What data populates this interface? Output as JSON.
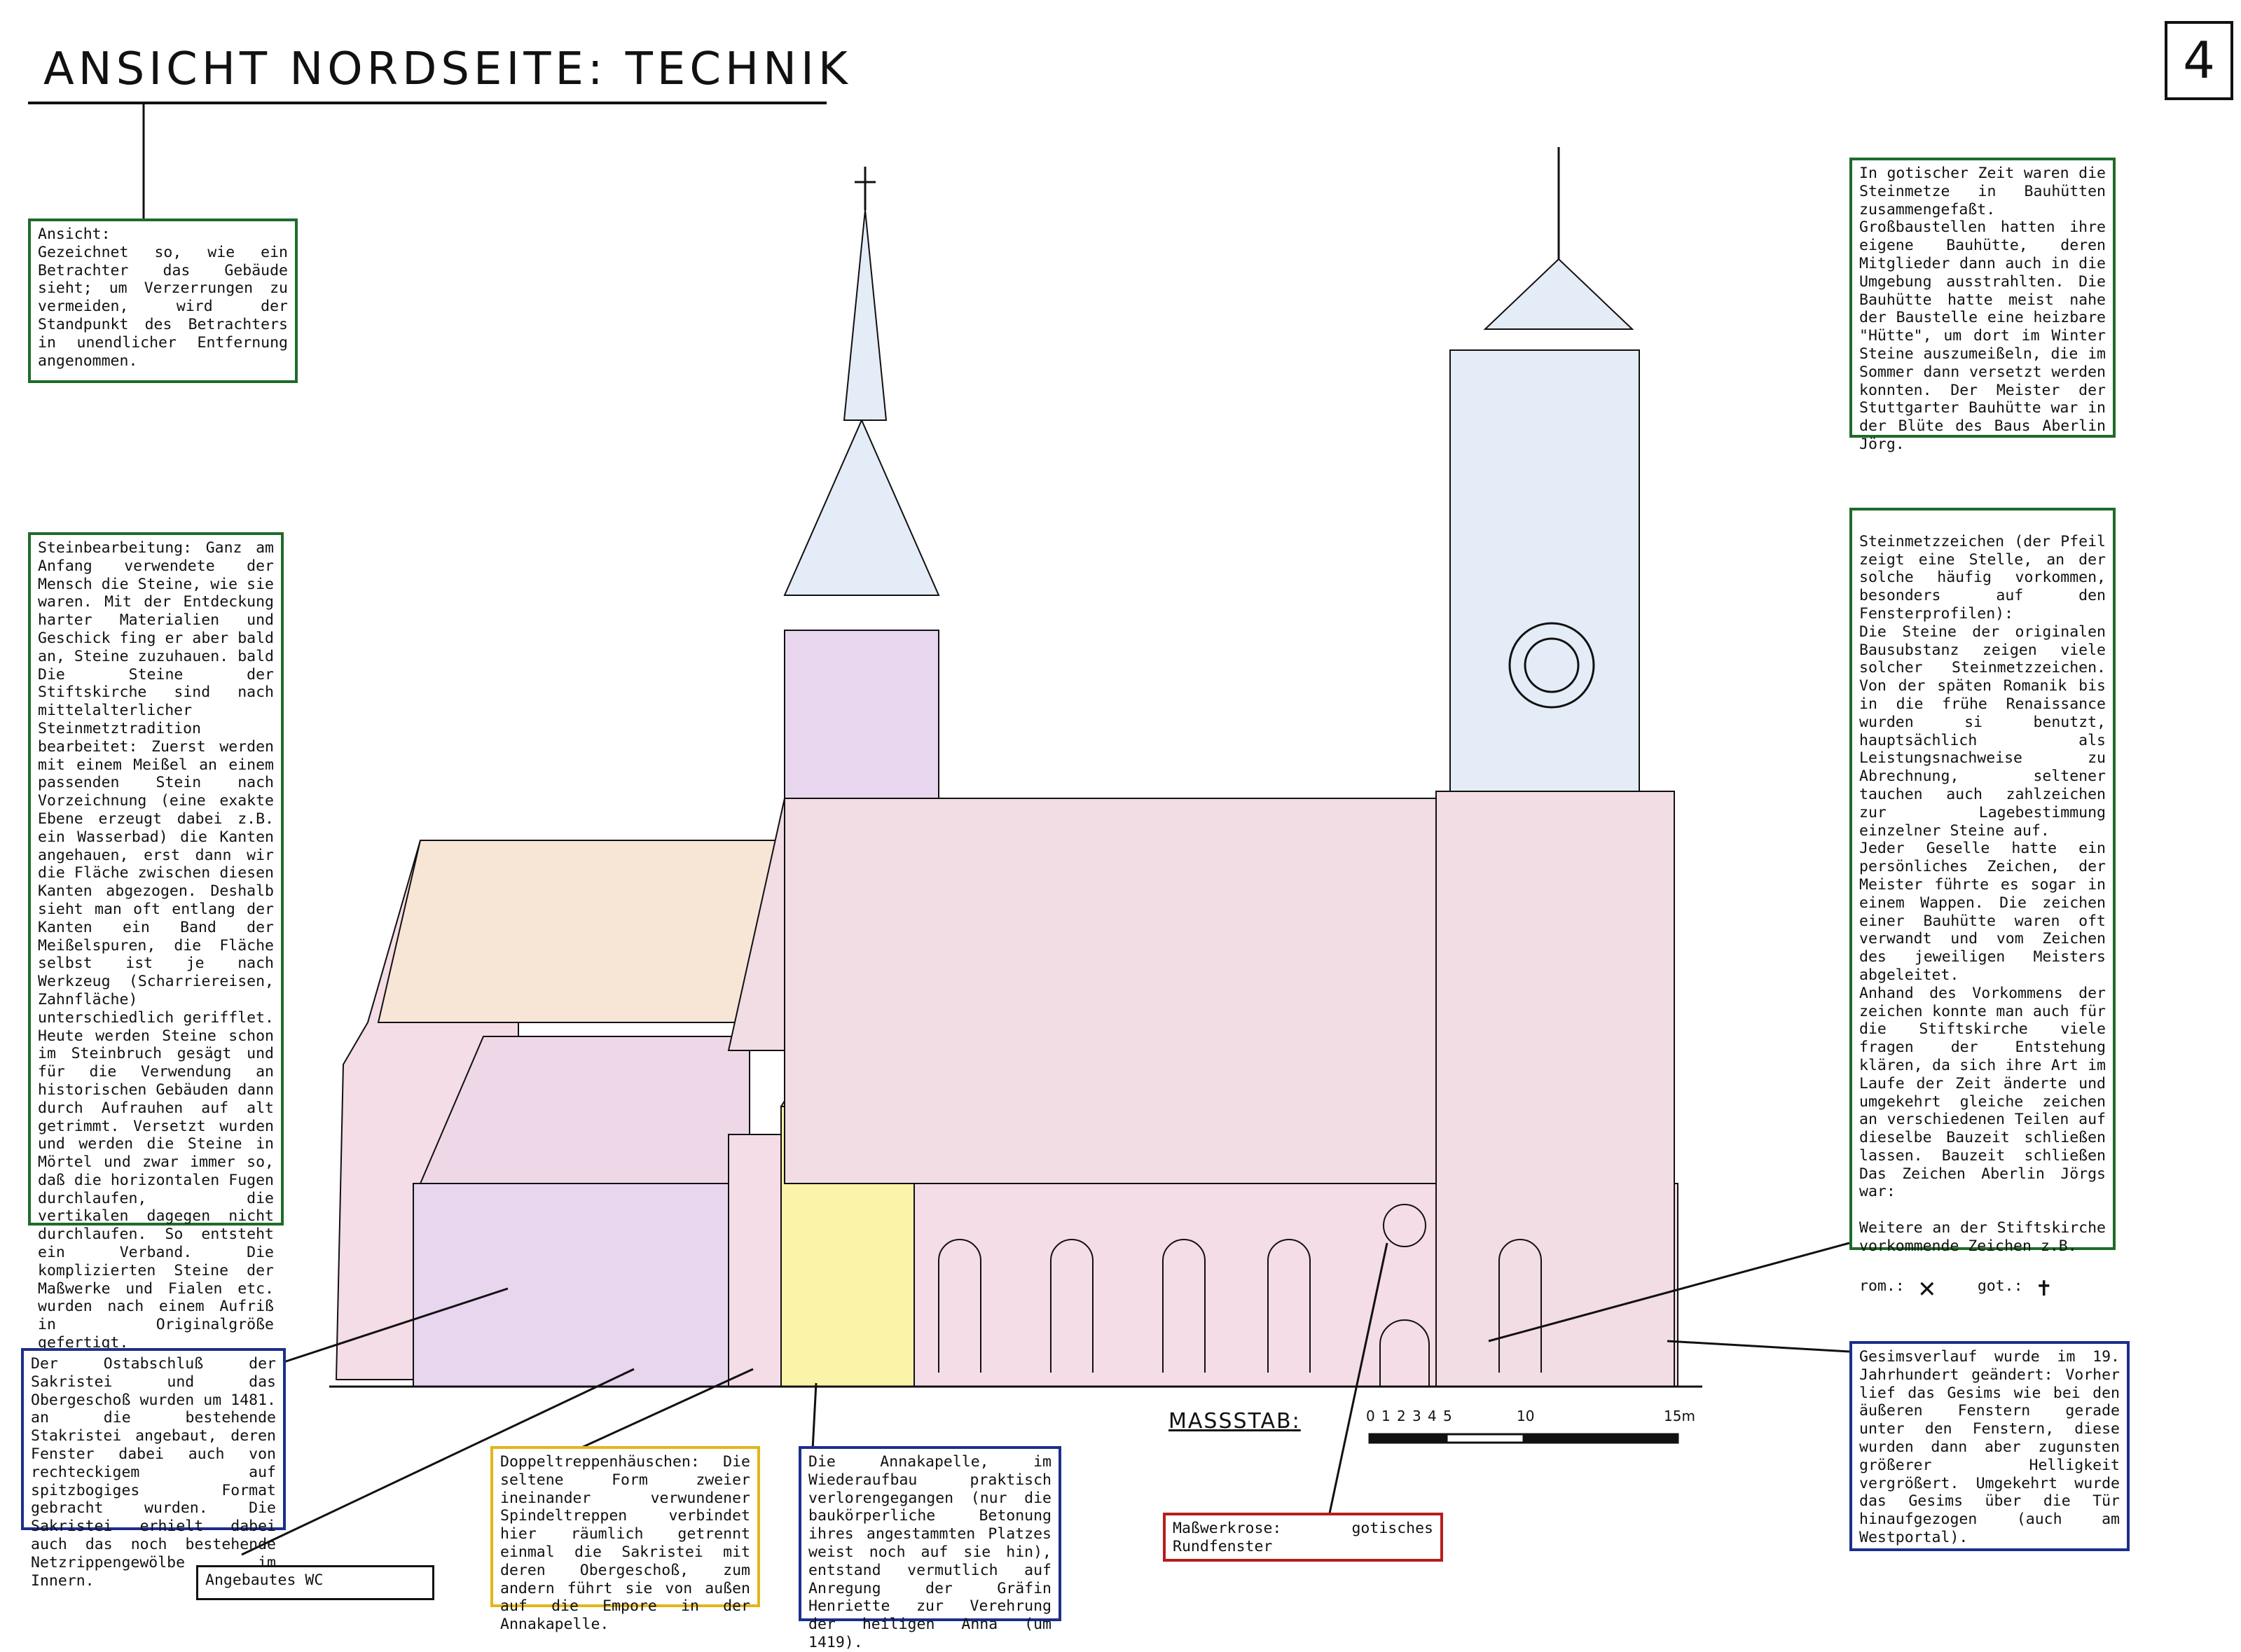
{
  "header": {
    "title": "ANSICHT NORDSEITE: TECHNIK",
    "page_number": "4"
  },
  "notes": {
    "ansicht": "Ansicht:\nGezeichnet so, wie ein Betrachter das Gebäude sieht; um Verzerrungen zu vermeiden, wird der Standpunkt des Betrachters in unendlicher Entfernung angenommen.",
    "steinbearbeitung": "Steinbearbeitung: Ganz am Anfang verwendete der Mensch die Steine, wie sie waren. Mit der Entdeckung harter Materialien und Geschick fing er aber bald an, Steine zuzuhauen. bald Die Steine der Stiftskirche sind nach mittelalterlicher Steinmetztradition bearbeitet: Zuerst werden mit einem Meißel an einem passenden Stein nach Vorzeichnung (eine exakte Ebene erzeugt dabei z.B. ein Wasserbad) die Kanten angehauen, erst dann wir die Fläche zwischen diesen Kanten abgezogen. Deshalb sieht man oft entlang der Kanten ein Band der Meißelspuren, die Fläche selbst ist je nach Werkzeug (Scharriereisen, Zahnfläche) unterschiedlich gerifflet. Heute werden Steine schon im Steinbruch gesägt und für die Verwendung an historischen Gebäuden dann durch Aufrauhen auf alt getrimmt. Versetzt wurden und werden die Steine in Mörtel und zwar immer so, daß die horizontalen Fugen durchlaufen, die vertikalen dagegen nicht durchlaufen. So entsteht ein Verband. Die komplizierten Steine der Maßwerke und Fialen etc. wurden nach einem Aufriß in Originalgröße gefertigt.",
    "bauhuetten": "In gotischer Zeit waren die Steinmetze in Bauhütten zusammengefaßt. Großbaustellen hatten ihre eigene Bauhütte, deren Mitglieder dann auch in die Umgebung ausstrahlten. Die Bauhütte hatte meist nahe der Baustelle eine heizbare \"Hütte\", um dort im Winter Steine auszumeißeln, die im Sommer dann versetzt werden konnten. Der Meister der Stuttgarter Bauhütte war in der Blüte des Baus Aberlin Jörg.",
    "steinmetzzeichen": "Steinmetzzeichen (der Pfeil zeigt eine Stelle, an der solche häufig vorkommen, besonders auf den Fensterprofilen):\nDie Steine der originalen Bausubstanz zeigen viele solcher Steinmetzzeichen. Von der späten Romanik bis in die frühe Renaissance wurden si benutzt, hauptsächlich als Leistungsnachweise zu Abrechnung, seltener tauchen auch zahlzeichen zur Lagebestimmung einzelner Steine auf.\nJeder Geselle hatte ein persönliches Zeichen, der Meister führte es sogar in einem Wappen. Die zeichen einer Bauhütte waren oft verwandt und vom Zeichen des jeweiligen Meisters abgeleitet.\nAnhand des Vorkommens der zeichen konnte man auch für die Stiftskirche viele fragen der Entstehung klären, da sich ihre Art im Laufe der Zeit änderte und umgekehrt gleiche zeichen an verschiedenen Teilen auf dieselbe Bauzeit schließen lassen. Bauzeit schließen Das Zeichen Aberlin Jörgs war:\n\nWeitere an der Stiftskirche vorkommende Zeichen z.B.",
    "steinmetz_rom": "rom.:",
    "steinmetz_got": "got.:",
    "ostabschluss": "Der Ostabschluß der Sakristei und das Obergeschoß wurden um 1481. an die bestehende Stakristei angebaut, deren Fenster dabei auch von rechteckigem auf spitzbogiges Format gebracht wurden. Die Sakristei erhielt dabei auch das noch bestehende Netzrippengewölbe im Innern.",
    "wc": "Angebautes WC",
    "doppeltreppe": "Doppeltreppenhäuschen: Die seltene Form zweier ineinander verwundener Spindeltreppen verbindet hier räumlich getrennt einmal die Sakristei mit deren Obergeschoß, zum andern führt sie von außen auf die Empore in der Annakapelle.",
    "annakapelle": "Die Annakapelle, im Wiederaufbau praktisch verlorengegangen (nur die baukörperliche Betonung ihres angestammten Platzes weist noch auf sie hin), entstand vermutlich auf Anregung der Gräfin Henriette zur Verehrung der heiligen Anna (um 1419).",
    "masswerkrose": "Maßwerkrose: gotisches Rundfenster",
    "gesims": "Gesimsverlauf wurde im 19. Jahrhundert geändert: Vorher lief das Gesims wie bei den äußeren Fenstern gerade unter den Fenstern, diese wurden dann aber zugunsten größerer Helligkeit vergrößert. Umgekehrt wurde das Gesims über die Tür hinaufgezogen (auch am Westportal)."
  },
  "scale": {
    "label": "MASSSTAB:",
    "ticks": [
      "0",
      "1",
      "2",
      "3",
      "4",
      "5",
      "10",
      "15m"
    ]
  },
  "colors": {
    "green_frame": "#1f6b2a",
    "blue_frame": "#1c2f8c",
    "yellow_frame": "#e3b51a",
    "red_frame": "#b81d1d",
    "pink_wash": "#f4dde6",
    "blue_wash": "#e4ecf7",
    "yellow_wash": "#fbf3a8",
    "purple_wash": "#e7d6ee"
  }
}
